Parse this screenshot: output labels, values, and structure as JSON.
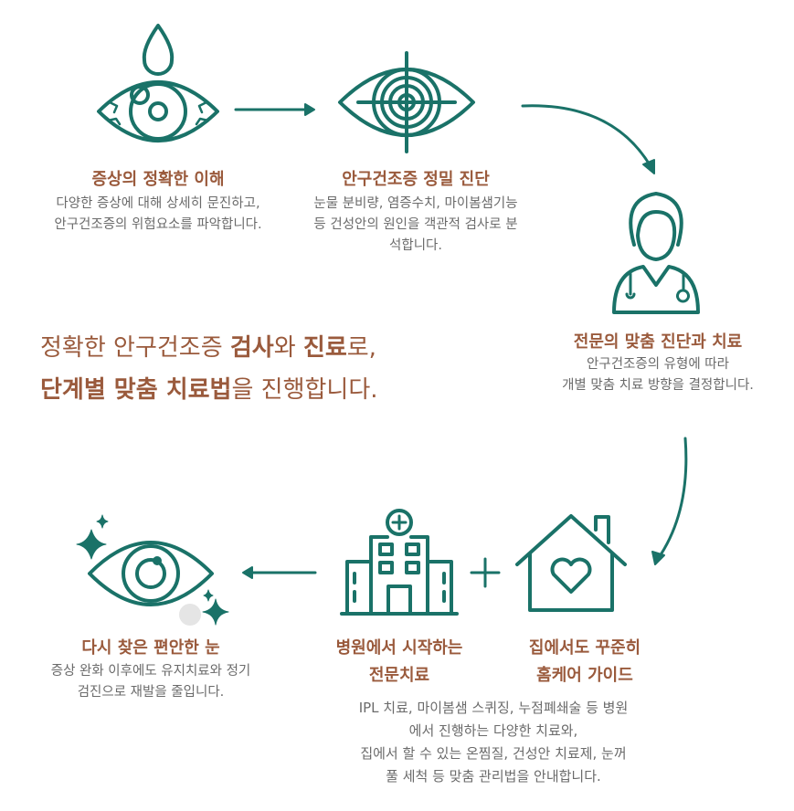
{
  "colors": {
    "accent": "#1a7268",
    "heading": "#9a5a3c",
    "text": "#6b6b6b"
  },
  "steps": [
    {
      "title": "증상의 정확한 이해",
      "desc": [
        "다양한 증상에 대해 상세히 문진하고,",
        "안구건조증의 위험요소를 파악합니다."
      ],
      "icon": "eye-with-drop-icon"
    },
    {
      "title": "안구건조증 정밀 진단",
      "desc": [
        "눈물 분비량, 염증수치, 마이봄샘기능",
        "등 건성안의 원인을 객관적 검사로 분",
        "석합니다."
      ],
      "icon": "eye-target-icon"
    },
    {
      "title": "전문의 맞춤 진단과 치료",
      "desc": [
        "안구건조증의 유형에 따라",
        "개별 맞춤 치료 방향을 결정합니다."
      ],
      "icon": "doctor-icon"
    },
    {
      "title": [
        "병원에서 시작하는",
        "전문치료"
      ],
      "icon": "hospital-icon"
    },
    {
      "title": [
        "집에서도 꾸준히",
        "홈케어 가이드"
      ],
      "icon": "home-heart-icon"
    },
    {
      "title": "다시 찾은 편안한 눈",
      "desc": [
        "증상 완화 이후에도 유지치료와 정기",
        "검진으로 재발을 줄입니다."
      ],
      "icon": "sparkle-eye-icon"
    }
  ],
  "treatment_desc": [
    "IPL 치료, 마이봄샘 스퀴징, 누점폐쇄술 등 병원",
    "에서 진행하는 다양한 치료와,",
    "집에서 할 수 있는 온찜질, 건성안 치료제, 눈꺼",
    "풀 세척 등 맞춤 관리법을 안내합니다."
  ],
  "headline": {
    "line1": [
      "정확한 안구건조증 ",
      "검사",
      "와 ",
      "진료",
      "로,"
    ],
    "line2": [
      "단계별 맞춤 치료법",
      "을 진행합니다."
    ]
  }
}
